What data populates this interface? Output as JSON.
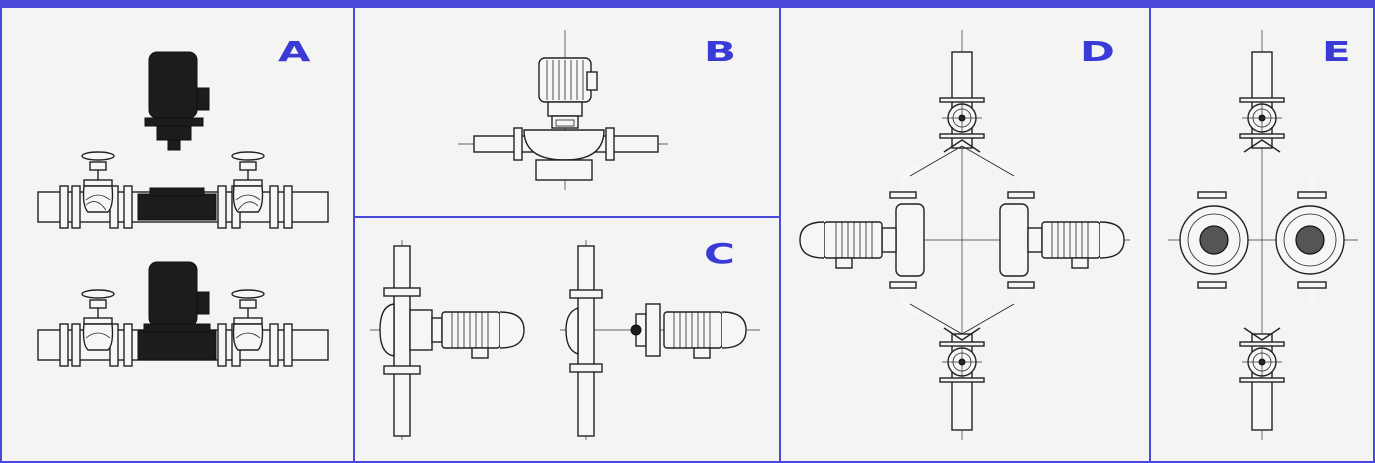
{
  "panels": [
    {
      "id": "A",
      "label": "A"
    },
    {
      "id": "B",
      "label": "B"
    },
    {
      "id": "C",
      "label": "C"
    },
    {
      "id": "D",
      "label": "D"
    },
    {
      "id": "E",
      "label": "E"
    }
  ],
  "colors": {
    "frame": "#4a4ad8",
    "label": "#3a3ad6",
    "ink": "#222222",
    "paper": "#f4f4f2"
  }
}
